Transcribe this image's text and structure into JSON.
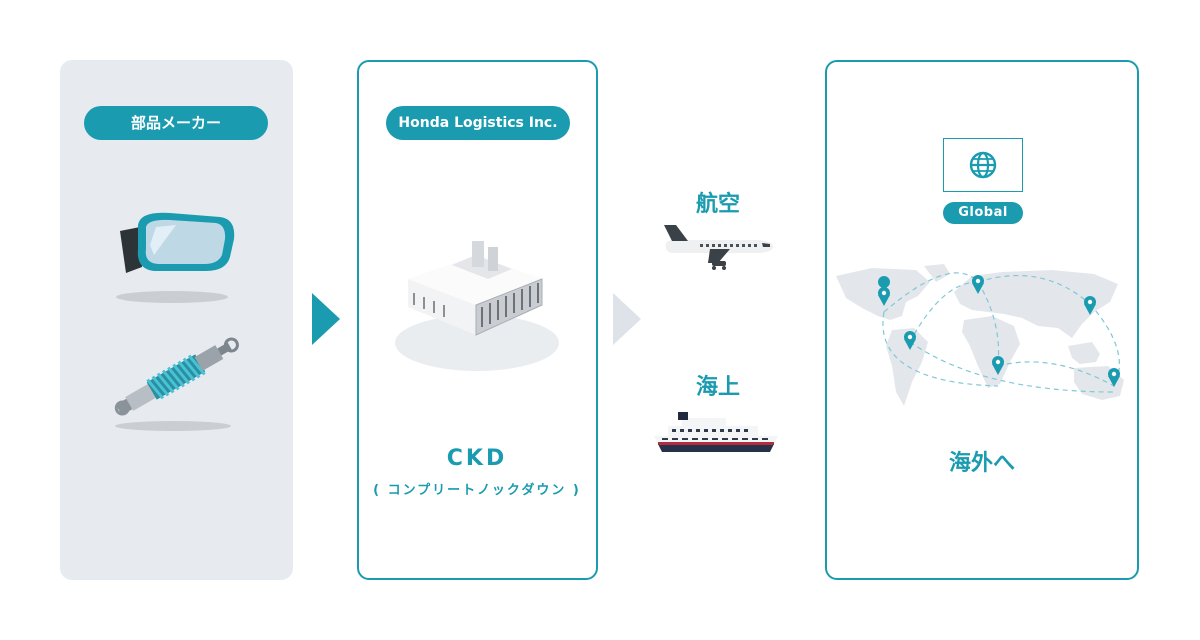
{
  "parts_maker": {
    "title": "部品メーカー"
  },
  "logistics": {
    "company": "Honda Logistics Inc.",
    "ckd_title": "CKD",
    "ckd_sub": "( コンプリートノックダウン )"
  },
  "transport": {
    "air": "航空",
    "sea": "海上"
  },
  "global": {
    "badge": "Global",
    "destination": "海外へ"
  },
  "colors": {
    "accent": "#1a9bb0",
    "panel_gray": "#e7ebef",
    "arrow_light": "#dde3e8"
  },
  "icons": [
    "car-mirror-icon",
    "shock-absorber-icon",
    "warehouse-icon",
    "airplane-icon",
    "ship-icon",
    "globe-icon",
    "world-map-icon",
    "map-pin-icon"
  ]
}
